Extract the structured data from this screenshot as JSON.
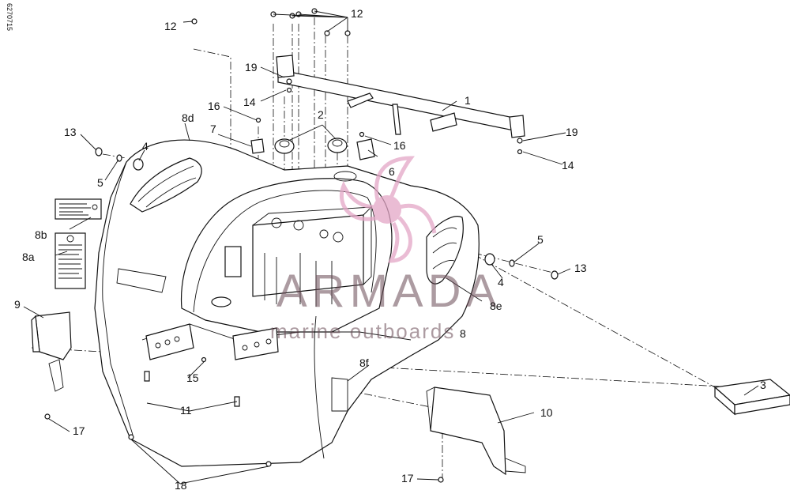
{
  "drawing_code": "6270715",
  "watermark": {
    "brand": "ARMADA",
    "tagline": "marine outboards"
  },
  "callouts": {
    "c1": "1",
    "c2": "2",
    "c3": "3",
    "c4a": "4",
    "c4b": "4",
    "c5a": "5",
    "c5b": "5",
    "c6": "6",
    "c7": "7",
    "c8": "8",
    "c8a": "8a",
    "c8b": "8b",
    "c8d": "8d",
    "c8e": "8e",
    "c8f": "8f",
    "c9": "9",
    "c10": "10",
    "c11": "11",
    "c12a": "12",
    "c12b": "12",
    "c13a": "13",
    "c13b": "13",
    "c14a": "14",
    "c14b": "14",
    "c15": "15",
    "c16a": "16",
    "c16b": "16",
    "c17a": "17",
    "c17b": "17",
    "c18": "18",
    "c19a": "19",
    "c19b": "19"
  },
  "colors": {
    "line": "#111111",
    "watermark": "#6a4a55",
    "logo": "#e3a6c6"
  }
}
